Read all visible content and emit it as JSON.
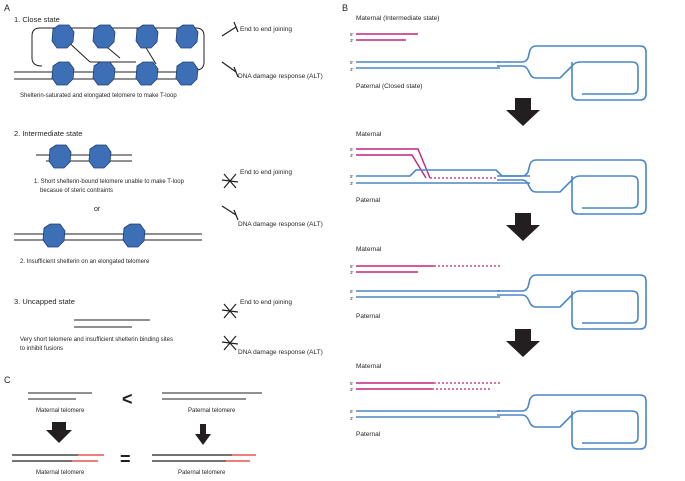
{
  "panels": {
    "a": "A",
    "b": "B",
    "c": "C"
  },
  "colors": {
    "hex": "#3d6fb6",
    "line": "#231f20",
    "blue_strand": "#4a86c5",
    "magenta": "#c0267f",
    "red": "#e0312e"
  },
  "section1": {
    "title": "1. Close state",
    "caption": "Shelterin-saturated and elongated telomere to make T-loop",
    "outcomes": [
      "End to end joining",
      "DNA damage response (ALT)"
    ]
  },
  "section2": {
    "title": "2. Intermediate state",
    "case1_line1": "1. Short shelterin-bound telomere unable to make T-loop",
    "case1_line2": "becasue of steric contraints",
    "or": "or",
    "case2": "2. Insufficient shelterin on an elongated telomere",
    "outcomes": [
      "End to end joining",
      "DNA damage response (ALT)"
    ]
  },
  "section3": {
    "title": "3. Uncapped state",
    "caption_line1": "Very short telomere and insufficient shelterin binding sites",
    "caption_line2": "to inhibit fusions",
    "outcomes": [
      "End to end joining",
      "DNA damage response (ALT)"
    ]
  },
  "panel_b": {
    "step1": {
      "top": "Maternal (Intermediate state)",
      "bottom": "Paternal (Closed state)"
    },
    "step2": {
      "top": "Maternal",
      "bottom": "Paternal"
    },
    "step3": {
      "top": "Maternal",
      "bottom": "Paternal"
    },
    "step4": {
      "top": "Maternal",
      "bottom": "Paternal"
    },
    "five": "5'",
    "three": "3'"
  },
  "panel_c": {
    "maternal": "Maternal telomere",
    "paternal": "Paternal telomere",
    "less_than": "<",
    "equals": "="
  }
}
